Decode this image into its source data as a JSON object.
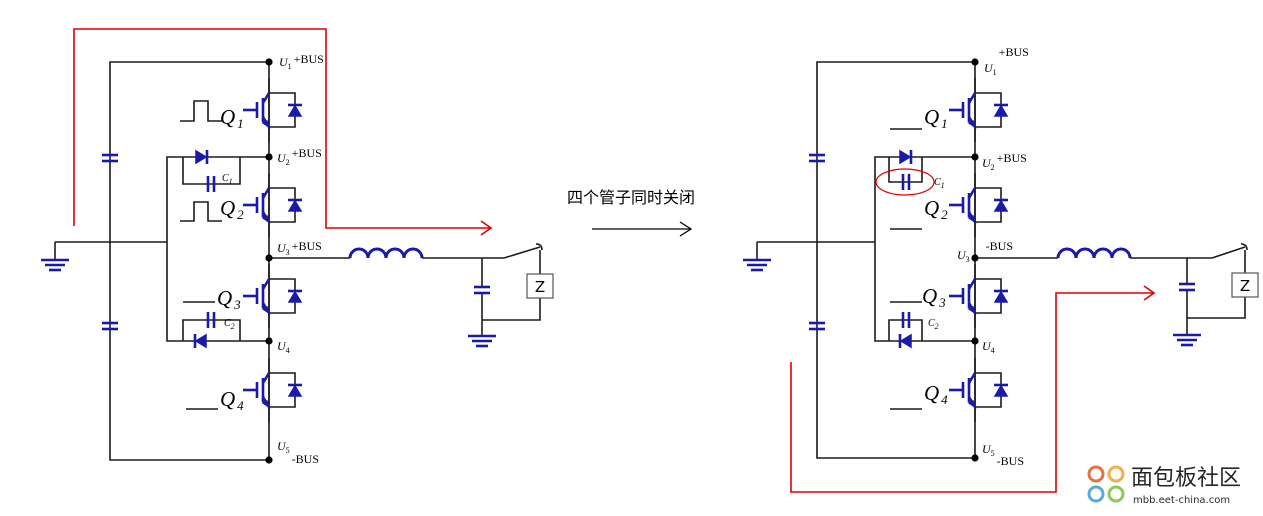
{
  "caption": "四个管子同时关闭",
  "watermark": {
    "name": "面包板社区",
    "url": "mbb.eet-china.com",
    "colors": [
      "#e05a1c",
      "#f2a32b",
      "#3a9bd9",
      "#7bbf3a"
    ]
  },
  "colors": {
    "component": "#1a1aa8",
    "wire": "#1b1b1b",
    "current_path": "#e00000",
    "highlight_circle": "#e00000"
  },
  "circuits": {
    "left": {
      "switches": [
        {
          "q": "Q",
          "n": "1",
          "gate": "pulse"
        },
        {
          "q": "Q",
          "n": "2",
          "gate": "pulse"
        },
        {
          "q": "Q",
          "n": "3",
          "gate": "low"
        },
        {
          "q": "Q",
          "n": "4",
          "gate": "low"
        }
      ],
      "nodes": [
        {
          "u": "U",
          "n": "1",
          "bus": "+BUS"
        },
        {
          "u": "U",
          "n": "2",
          "bus": "+BUS"
        },
        {
          "u": "U",
          "n": "3",
          "bus": "+BUS"
        },
        {
          "u": "U",
          "n": "4",
          "bus": ""
        },
        {
          "u": "U",
          "n": "5",
          "bus": "-BUS"
        }
      ],
      "clamp_caps": [
        {
          "c": "C",
          "n": "1"
        },
        {
          "c": "C",
          "n": "2"
        }
      ],
      "load": "Z"
    },
    "right": {
      "switches": [
        {
          "q": "Q",
          "n": "1",
          "gate": "low"
        },
        {
          "q": "Q",
          "n": "2",
          "gate": "low"
        },
        {
          "q": "Q",
          "n": "3",
          "gate": "low"
        },
        {
          "q": "Q",
          "n": "4",
          "gate": "low"
        }
      ],
      "nodes": [
        {
          "u": "U",
          "n": "1",
          "bus": "+BUS"
        },
        {
          "u": "U",
          "n": "2",
          "bus": "+BUS"
        },
        {
          "u": "U",
          "n": "3",
          "bus": "-BUS"
        },
        {
          "u": "U",
          "n": "4",
          "bus": ""
        },
        {
          "u": "U",
          "n": "5",
          "bus": "-BUS"
        }
      ],
      "clamp_caps": [
        {
          "c": "C",
          "n": "1"
        },
        {
          "c": "C",
          "n": "2"
        }
      ],
      "load": "Z"
    }
  }
}
